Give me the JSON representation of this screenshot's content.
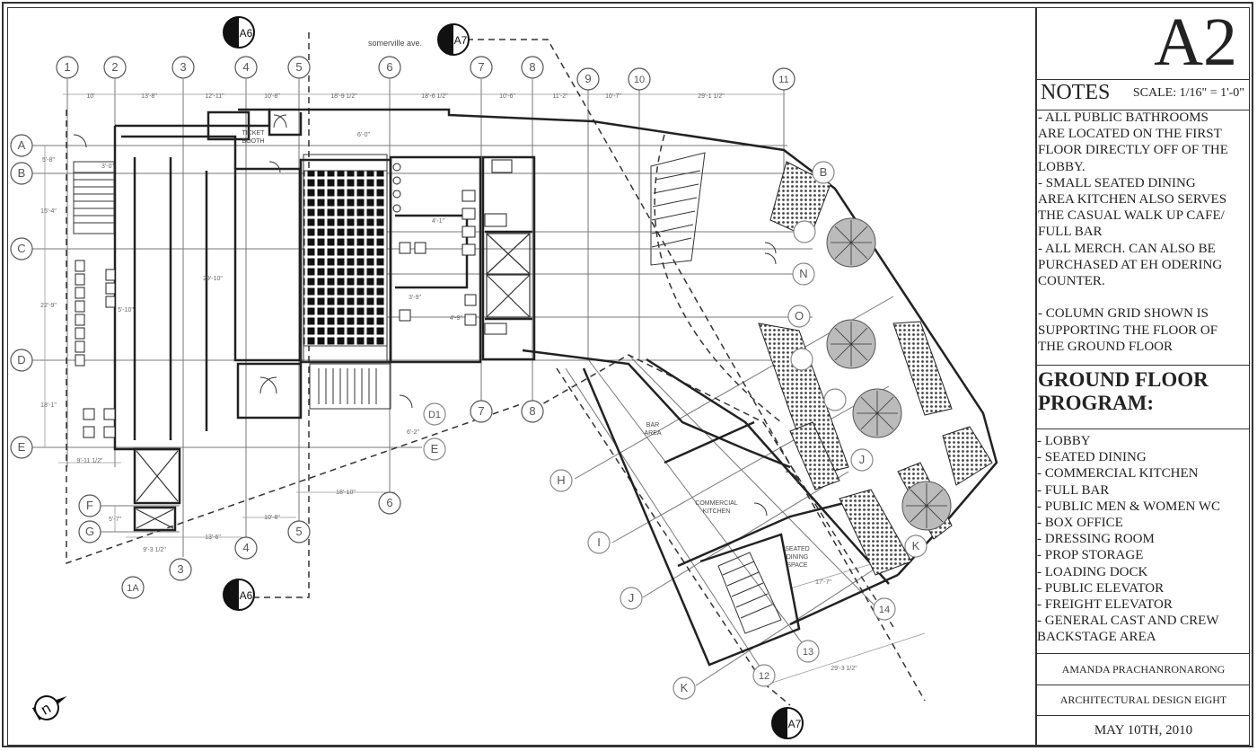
{
  "sheet": {
    "number": "A2",
    "notes_heading": "NOTES",
    "scale": "SCALE: 1/16\" = 1'-0\"",
    "notes": [
      "- ALL PUBLIC BATHROOMS",
      "ARE LOCATED ON THE FIRST",
      "FLOOR DIRECTLY OFF OF THE",
      "LOBBY.",
      "- SMALL SEATED DINING",
      "AREA KITCHEN ALSO SERVES",
      "THE CASUAL WALK UP CAFE/",
      "FULL BAR",
      "- ALL MERCH.  CAN ALSO BE",
      "PURCHASED AT EH ODERING",
      "COUNTER.",
      "",
      "- COLUMN GRID SHOWN IS",
      "SUPPORTING THE FLOOR OF",
      "THE GROUND FLOOR"
    ],
    "program_heading": [
      "GROUND FLOOR",
      "PROGRAM:"
    ],
    "program": [
      "- LOBBY",
      "- SEATED DINING",
      "- COMMERCIAL KITCHEN",
      "- FULL BAR",
      "- PUBLIC MEN & WOMEN WC",
      "- BOX OFFICE",
      "- DRESSING ROOM",
      "- PROP STORAGE",
      "- LOADING DOCK",
      "- PUBLIC ELEVATOR",
      "- FREIGHT ELEVATOR",
      "- GENERAL CAST AND CREW",
      "BACKSTAGE AREA"
    ],
    "author": "AMANDA PRACHANRONARONG",
    "course": "ARCHITECTURAL DESIGN EIGHT",
    "date": "MAY 10TH, 2010"
  },
  "plan": {
    "street": "somerville ave.",
    "top_grid": [
      "1",
      "2",
      "3",
      "4",
      "5",
      "6",
      "7",
      "8",
      "9",
      "10",
      "11"
    ],
    "left_grid": [
      "A",
      "B",
      "C",
      "D",
      "E"
    ],
    "lower_grid": [
      "F",
      "G",
      "1A",
      "3",
      "4",
      "5",
      "6",
      "7",
      "8"
    ],
    "diag_grid": [
      "H",
      "I",
      "J",
      "K",
      "12",
      "13",
      "14"
    ],
    "right_grid": [
      "B",
      "N",
      "O",
      "J",
      "K",
      "D1"
    ],
    "section_marks": [
      "A6",
      "A7",
      "A6",
      "A7"
    ],
    "rooms": [
      "TICKET BOOTH",
      "BAR AREA",
      "COMMERCIAL KITCHEN",
      "SEATED DINING SPACE"
    ],
    "dims_top": [
      "10'",
      "13'-8\"",
      "12'-11\"",
      "10'-8\"",
      "18'-9 1/2\"",
      "18'-6 1/2\"",
      "10'-6\"",
      "11'-2\"",
      "10'-7\"",
      "29'-1 1/2\""
    ],
    "dims_left": [
      "5'-8\"",
      "15'-4\"",
      "22'-9\"",
      "18'-1\""
    ],
    "dims_misc": [
      "3'-0\"",
      "29'-10\"",
      "6'-0\"",
      "4'-1\"",
      "3'-9\"",
      "4'-9\"",
      "5'-10\"",
      "6'-2\"",
      "9'-11 1/2\"",
      "5'-7\"",
      "9'-3 1/2\"",
      "13'-6\"",
      "10'-8\"",
      "18'-10\"",
      "17'-7\"",
      "29'-3 1/2\""
    ]
  },
  "colors": {
    "ink": "#333333",
    "hatch": "#555555",
    "grey_bubble": "#888888"
  }
}
